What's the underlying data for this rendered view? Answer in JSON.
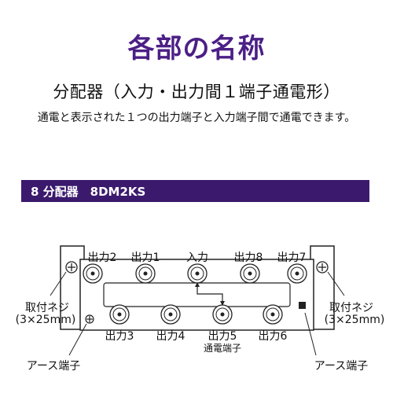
{
  "title": "各部の名称",
  "subtitle": "分配器（入力・出力間１端子通電形）",
  "description": "通電と表示された１つの出力端子と入力端子間で通電できます。",
  "model_bar": {
    "label": "8 分配器　8DM2KS",
    "color": "#3b1a6e"
  },
  "accent_color": "#4b1f86",
  "ports_top": [
    {
      "id": "out2",
      "label": "出力2"
    },
    {
      "id": "out1",
      "label": "出力1"
    },
    {
      "id": "input",
      "label": "入力"
    },
    {
      "id": "out8",
      "label": "出力8"
    },
    {
      "id": "out7",
      "label": "出力7"
    }
  ],
  "ports_bottom": [
    {
      "id": "out3",
      "label": "出力3"
    },
    {
      "id": "out4",
      "label": "出力4"
    },
    {
      "id": "out5",
      "label": "出力5",
      "sublabel": "通電端子"
    },
    {
      "id": "out6",
      "label": "出力6"
    }
  ],
  "mount_screw_label_left": [
    "取付ネジ",
    "(3×25mm)"
  ],
  "mount_screw_label_right": [
    "取付ネジ",
    "(3×25mm)"
  ],
  "earth_terminal_label_left": "アース端子",
  "earth_terminal_label_right": "アース端子"
}
